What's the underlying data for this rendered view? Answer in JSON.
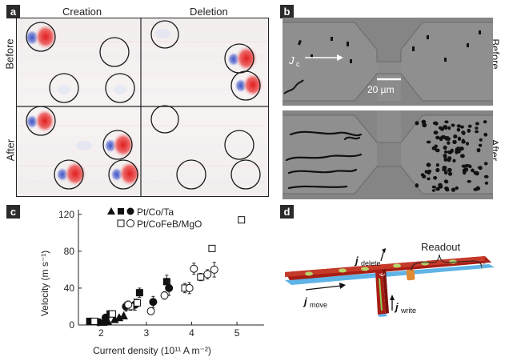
{
  "panels": {
    "a": {
      "letter": "a",
      "col_creation": "Creation",
      "col_deletion": "Deletion",
      "row_before": "Before",
      "row_after": "After"
    },
    "b": {
      "letter": "b",
      "current_label": "J",
      "current_sub": "c",
      "scale_bar": "20 µm",
      "row_before": "Before",
      "row_after": "After"
    },
    "c": {
      "letter": "c",
      "legend_row1": "Pt/Co/Ta",
      "legend_row2": "Pt/CoFeB/MgO"
    },
    "d": {
      "letter": "d",
      "readout": "Readout",
      "j_delete": "j",
      "j_delete_sub": "delete",
      "j_move": "j",
      "j_move_sub": "move",
      "j_write": "j",
      "j_write_sub": "write"
    }
  },
  "chart_data": {
    "type": "scatter",
    "title": "",
    "xlabel": "Current density (10¹¹ A m⁻²)",
    "ylabel": "Velocity (m s⁻¹)",
    "xlim": [
      1.5,
      5.6
    ],
    "ylim": [
      0,
      125
    ],
    "xticks": [
      2,
      3,
      4,
      5
    ],
    "yticks": [
      0,
      40,
      80,
      120
    ],
    "grid": false,
    "legend_position": "top-right",
    "series": [
      {
        "name": "",
        "marker": "triangle",
        "fill": "filled",
        "points": [
          [
            2.05,
            3,
            0
          ],
          [
            2.15,
            4,
            1
          ],
          [
            2.3,
            6,
            1.5
          ],
          [
            2.4,
            8,
            2
          ],
          [
            2.5,
            10,
            2
          ]
        ]
      },
      {
        "name": "",
        "marker": "square",
        "fill": "filled",
        "points": [
          [
            1.75,
            4,
            1
          ],
          [
            2.2,
            12,
            3
          ],
          [
            2.85,
            35,
            5
          ],
          [
            3.45,
            47,
            7
          ]
        ]
      },
      {
        "name": "",
        "marker": "circle",
        "fill": "filled",
        "points": [
          [
            1.95,
            3,
            1
          ],
          [
            2.1,
            8,
            2
          ],
          [
            2.55,
            20,
            5
          ],
          [
            2.75,
            22,
            6
          ],
          [
            3.15,
            25,
            6
          ],
          [
            3.5,
            40,
            8
          ]
        ]
      },
      {
        "name": "",
        "marker": "square",
        "fill": "open",
        "points": [
          [
            1.85,
            4,
            1
          ],
          [
            2.25,
            12,
            3
          ],
          [
            2.65,
            20,
            4
          ],
          [
            2.8,
            24,
            4
          ],
          [
            3.85,
            40,
            5
          ],
          [
            4.2,
            52,
            4
          ],
          [
            4.45,
            83,
            2
          ],
          [
            5.1,
            114,
            1.5
          ]
        ]
      },
      {
        "name": "",
        "marker": "circle",
        "fill": "open",
        "points": [
          [
            2.6,
            22,
            4
          ],
          [
            3.1,
            15,
            3
          ],
          [
            3.4,
            32,
            4
          ],
          [
            3.95,
            40,
            6
          ],
          [
            4.05,
            61,
            6
          ],
          [
            4.35,
            55,
            5
          ],
          [
            4.5,
            60,
            8
          ]
        ]
      }
    ]
  }
}
